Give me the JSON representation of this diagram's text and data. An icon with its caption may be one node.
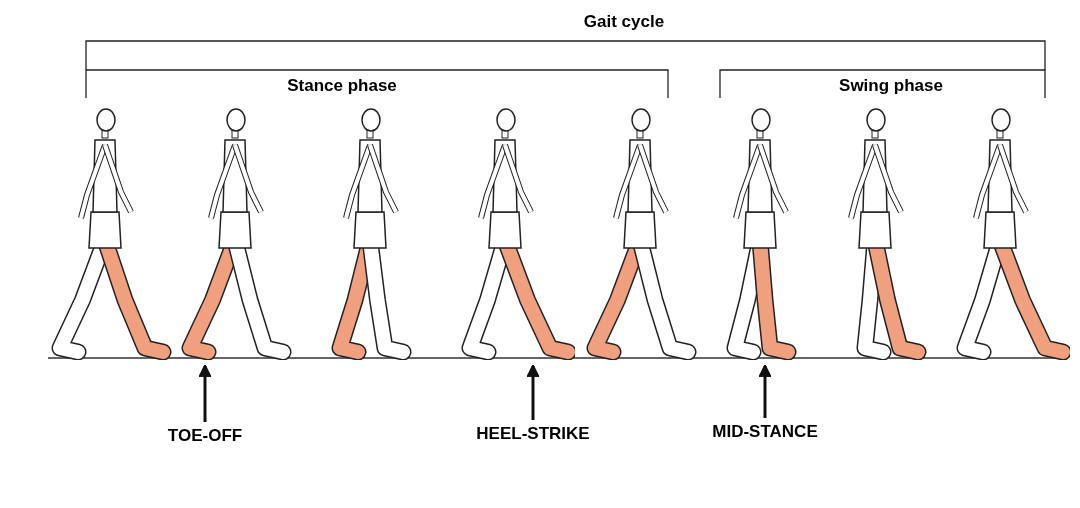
{
  "diagram": {
    "nodes": [
      {
        "text": [],
        "shape": "picture"
      },
      {
        "text": [],
        "shape": "picture"
      },
      {
        "text": [],
        "shape": "picture"
      },
      {
        "text": [],
        "shape": "picture"
      },
      {
        "text": [],
        "shape": "picture"
      },
      {
        "text": [],
        "shape": "picture"
      },
      {
        "text": [],
        "shape": "picture"
      },
      {
        "text": [],
        "shape": "picture"
      },
      {
        "text": [
          "TOE-OFF"
        ]
      },
      {
        "text": [
          "HEEL-STRIKE"
        ]
      },
      {
        "text": [
          "MID-STANCE"
        ]
      }
    ],
    "edges": [
      {
        "from": 8,
        "to": 1,
        "arrow": "to"
      },
      {
        "from": 9,
        "to": 3,
        "arrow": "to"
      },
      {
        "from": 10,
        "to": 5,
        "arrow": "to"
      }
    ],
    "labels": [
      "Gait cycle",
      "Stance phase",
      "Swing phase"
    ]
  }
}
